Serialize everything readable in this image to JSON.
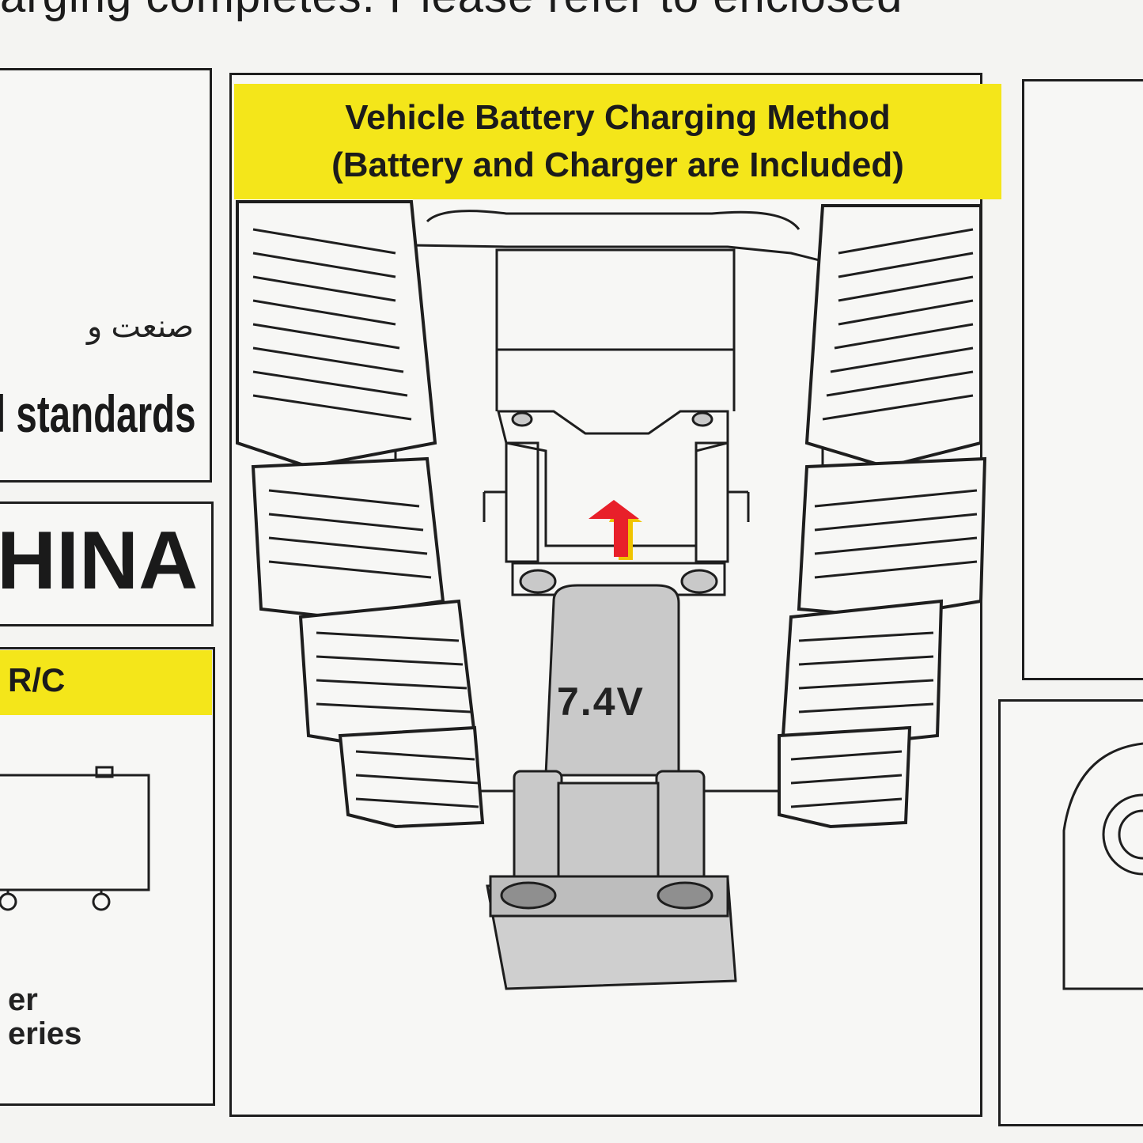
{
  "header": {
    "top_text": "arging completes. Please refer to enclosed"
  },
  "left_panel": {
    "arabic_text": "صنعت و",
    "standards_text": "l standards",
    "country_text": "HINA",
    "rc_label": "R/C",
    "footer_line1": "er",
    "footer_line2": "eries"
  },
  "main_panel": {
    "title_line1": "Vehicle  Battery Charging Method",
    "title_line2": "(Battery and Charger are Included)",
    "battery_label": "7.4V"
  },
  "colors": {
    "yellow": "#f4e61a",
    "arrow_red": "#e8202a",
    "arrow_shadow": "#f0c400",
    "battery_gray": "#c9c9c9",
    "line": "#1e1e1e"
  }
}
